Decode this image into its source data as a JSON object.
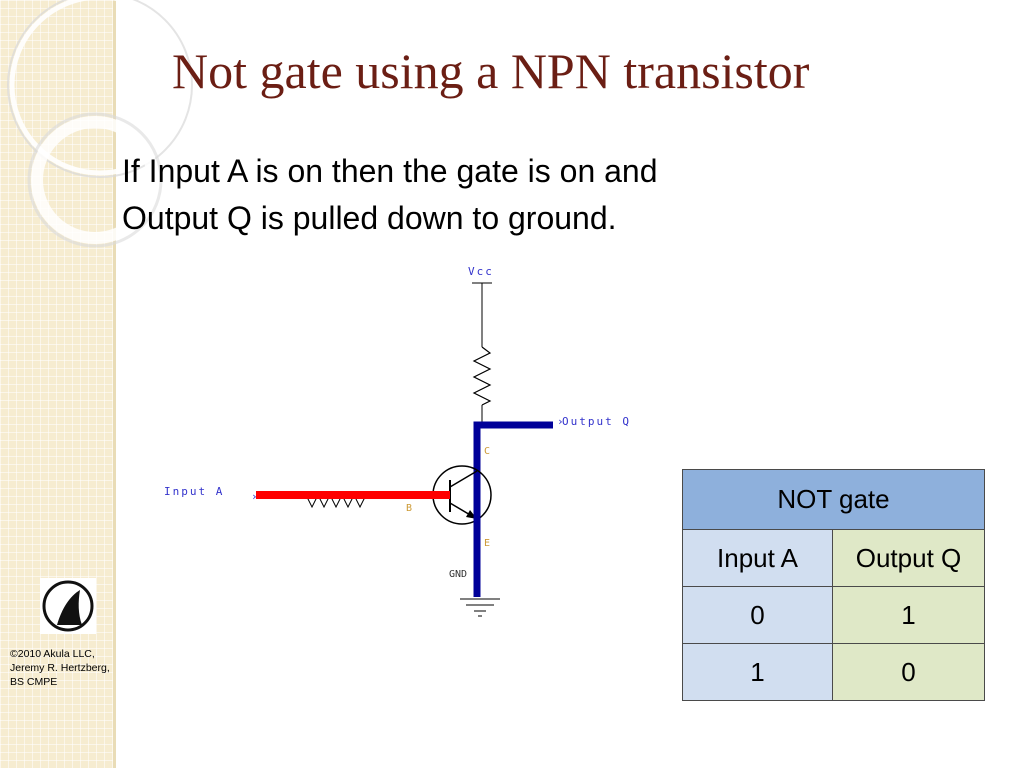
{
  "slide": {
    "title": "Not gate using a NPN transistor",
    "body_line1": "If Input A is on then the gate is on and",
    "body_line2": "Output Q is pulled down to ground."
  },
  "circuit": {
    "vcc_label": "Vcc",
    "output_label": "Output Q",
    "input_label": "Input A",
    "collector_label": "C",
    "base_label": "B",
    "emitter_label": "E",
    "ground_label": "GND",
    "colors": {
      "wire_active": "#ff0000",
      "wire_output": "#000099",
      "wire": "#000000"
    }
  },
  "truth_table": {
    "title": "NOT gate",
    "col_input": "Input A",
    "col_output": "Output Q",
    "rows": [
      {
        "a": "0",
        "q": "1"
      },
      {
        "a": "1",
        "q": "0"
      }
    ],
    "colors": {
      "header": "#8eb0dc",
      "input_col": "#d1def0",
      "output_col": "#dfe8c7"
    }
  },
  "footer": {
    "credit_line1": "©2010 Akula LLC,",
    "credit_line2": "Jeremy R. Hertzberg,",
    "credit_line3": "BS CMPE"
  },
  "theme": {
    "title_color": "#6b1e14",
    "sidebar_color": "#f6ecd0"
  }
}
